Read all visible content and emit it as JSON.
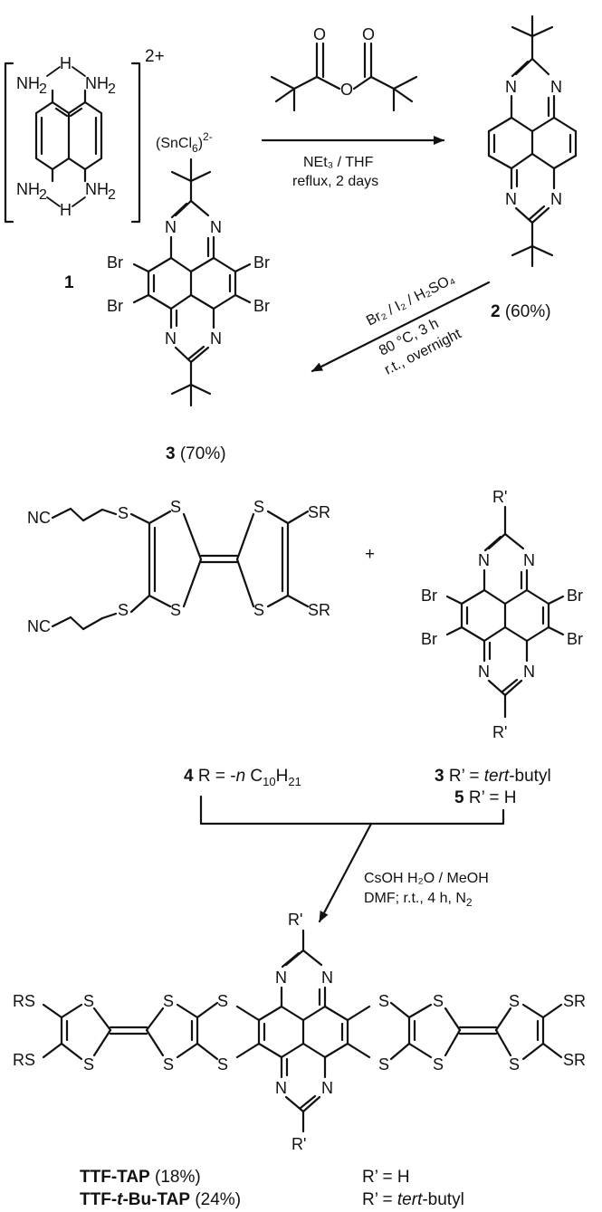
{
  "atoms": {
    "N": "N",
    "NH2": "NH",
    "H": "H",
    "Br": "Br",
    "S": "S",
    "RS": "RS",
    "SR": "SR",
    "NC": "NC",
    "Rp": "R'",
    "O": "O",
    "sub2": "2"
  },
  "compound1": {
    "number": "1",
    "charge": "2+",
    "counterion_base": "(SnCl",
    "counterion_sub": "6",
    "counterion_end": ")",
    "counterion_sup": "2-"
  },
  "step1": {
    "reagents": "NEt₃ / THF",
    "conditions": "reflux, 2 days"
  },
  "compound2": {
    "number": "2",
    "yield": " (60%)"
  },
  "step2": {
    "reagents": "Br₂ / I₂ / H₂SO₄",
    "conditions1": "80 °C, 3 h",
    "conditions2": "r.t., overnight"
  },
  "compound3": {
    "number": "3",
    "yield": " (70%)"
  },
  "plus": "+",
  "compound4": {
    "number": "4",
    "desc_prefix": "  R = -",
    "desc_n": "n",
    "desc_c": " C",
    "desc_sub": "10",
    "desc_h": "H",
    "desc_sub2": "21"
  },
  "compound3b": {
    "number": "3",
    "desc_prefix": " R’ = ",
    "desc_italic": "tert",
    "desc_suffix": "-butyl"
  },
  "compound5": {
    "number": "5",
    "desc": " R’ = H"
  },
  "step3": {
    "reagents": "CsOH H₂O / MeOH",
    "conditions_base": "DMF; r.t., 4 h, N",
    "conditions_sub": "2"
  },
  "product1": {
    "name": "TTF-TAP",
    "yield": " (18%)",
    "r": "R’ = H"
  },
  "product2": {
    "name_a": "TTF-",
    "name_t": "t",
    "name_b": "-Bu-TAP",
    "yield": " (24%)",
    "r_prefix": "R’ = ",
    "r_italic": "tert",
    "r_suffix": "-butyl"
  }
}
